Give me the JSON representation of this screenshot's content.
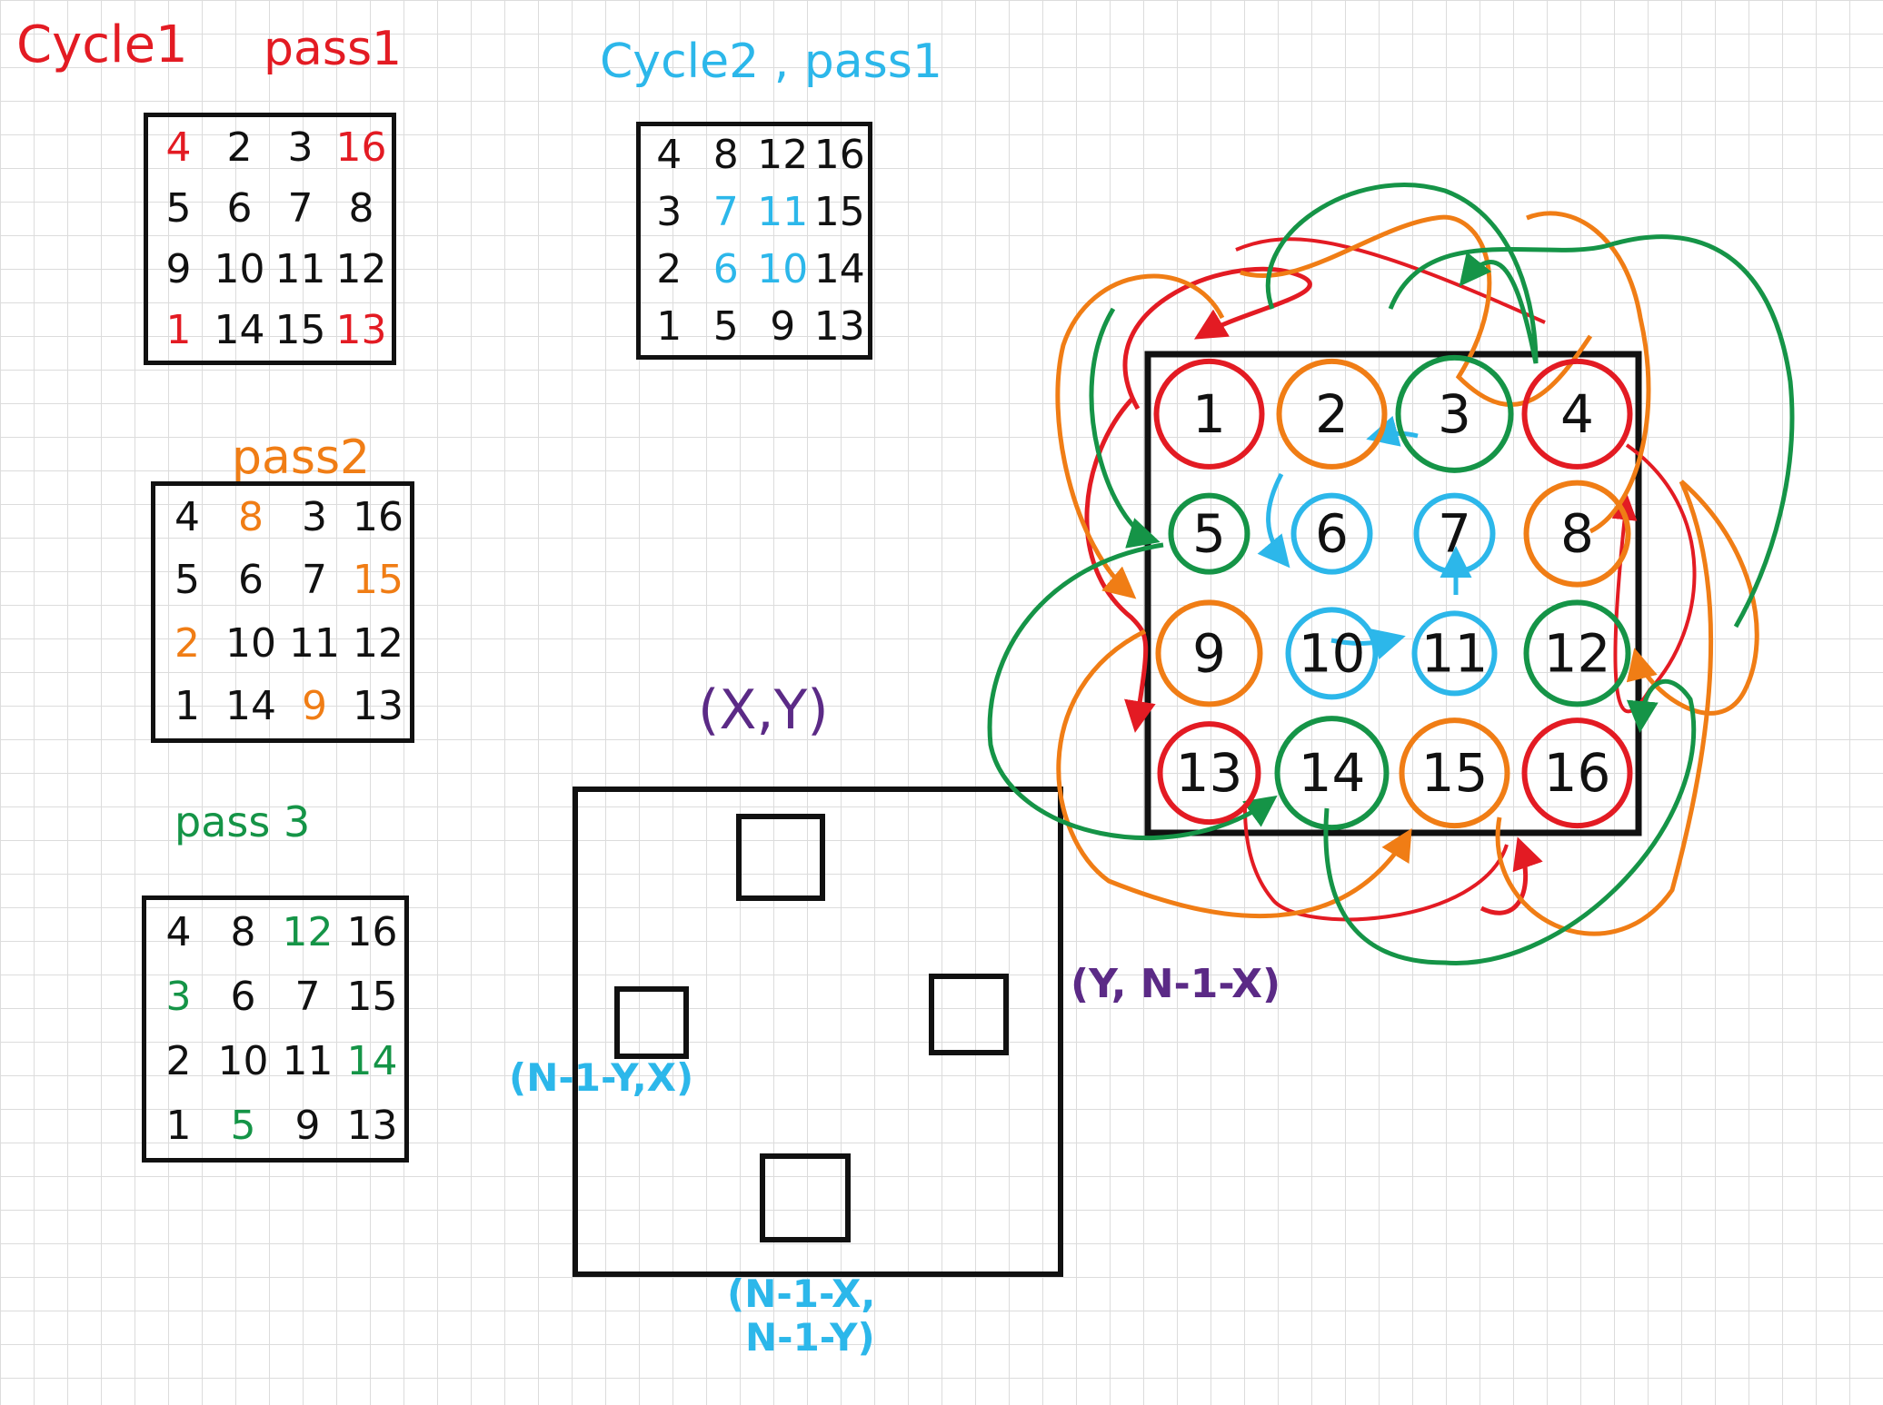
{
  "colors": {
    "red": "#e31b23",
    "orange": "#f07d15",
    "green": "#159447",
    "cyan": "#2cb7ea",
    "purple": "#5b2a86",
    "black": "#111111"
  },
  "labels": {
    "cycle1": "Cycle1",
    "pass1": "pass1",
    "cycle2_pass1": "Cycle2 , pass1",
    "pass2": "pass2",
    "pass3": "pass 3"
  },
  "matrix_cycle1_pass1": [
    [
      {
        "v": "4",
        "c": "red"
      },
      {
        "v": "2",
        "c": "black"
      },
      {
        "v": "3",
        "c": "black"
      },
      {
        "v": "16",
        "c": "red"
      }
    ],
    [
      {
        "v": "5",
        "c": "black"
      },
      {
        "v": "6",
        "c": "black"
      },
      {
        "v": "7",
        "c": "black"
      },
      {
        "v": "8",
        "c": "black"
      }
    ],
    [
      {
        "v": "9",
        "c": "black"
      },
      {
        "v": "10",
        "c": "black"
      },
      {
        "v": "11",
        "c": "black"
      },
      {
        "v": "12",
        "c": "black"
      }
    ],
    [
      {
        "v": "1",
        "c": "red"
      },
      {
        "v": "14",
        "c": "black"
      },
      {
        "v": "15",
        "c": "black"
      },
      {
        "v": "13",
        "c": "red"
      }
    ]
  ],
  "matrix_pass2": [
    [
      {
        "v": "4",
        "c": "black"
      },
      {
        "v": "8",
        "c": "orange"
      },
      {
        "v": "3",
        "c": "black"
      },
      {
        "v": "16",
        "c": "black"
      }
    ],
    [
      {
        "v": "5",
        "c": "black"
      },
      {
        "v": "6",
        "c": "black"
      },
      {
        "v": "7",
        "c": "black"
      },
      {
        "v": "15",
        "c": "orange"
      }
    ],
    [
      {
        "v": "2",
        "c": "orange"
      },
      {
        "v": "10",
        "c": "black"
      },
      {
        "v": "11",
        "c": "black"
      },
      {
        "v": "12",
        "c": "black"
      }
    ],
    [
      {
        "v": "1",
        "c": "black"
      },
      {
        "v": "14",
        "c": "black"
      },
      {
        "v": "9",
        "c": "orange"
      },
      {
        "v": "13",
        "c": "black"
      }
    ]
  ],
  "matrix_pass3": [
    [
      {
        "v": "4",
        "c": "black"
      },
      {
        "v": "8",
        "c": "black"
      },
      {
        "v": "12",
        "c": "green"
      },
      {
        "v": "16",
        "c": "black"
      }
    ],
    [
      {
        "v": "3",
        "c": "green"
      },
      {
        "v": "6",
        "c": "black"
      },
      {
        "v": "7",
        "c": "black"
      },
      {
        "v": "15",
        "c": "black"
      }
    ],
    [
      {
        "v": "2",
        "c": "black"
      },
      {
        "v": "10",
        "c": "black"
      },
      {
        "v": "11",
        "c": "black"
      },
      {
        "v": "14",
        "c": "green"
      }
    ],
    [
      {
        "v": "1",
        "c": "black"
      },
      {
        "v": "5",
        "c": "green"
      },
      {
        "v": "9",
        "c": "black"
      },
      {
        "v": "13",
        "c": "black"
      }
    ]
  ],
  "matrix_cycle2_pass1": [
    [
      {
        "v": "4",
        "c": "black"
      },
      {
        "v": "8",
        "c": "black"
      },
      {
        "v": "12",
        "c": "black"
      },
      {
        "v": "16",
        "c": "black"
      }
    ],
    [
      {
        "v": "3",
        "c": "black"
      },
      {
        "v": "7",
        "c": "cyan"
      },
      {
        "v": "11",
        "c": "cyan"
      },
      {
        "v": "15",
        "c": "black"
      }
    ],
    [
      {
        "v": "2",
        "c": "black"
      },
      {
        "v": "6",
        "c": "cyan"
      },
      {
        "v": "10",
        "c": "cyan"
      },
      {
        "v": "14",
        "c": "black"
      }
    ],
    [
      {
        "v": "1",
        "c": "black"
      },
      {
        "v": "5",
        "c": "black"
      },
      {
        "v": "9",
        "c": "black"
      },
      {
        "v": "13",
        "c": "black"
      }
    ]
  ],
  "coords": {
    "top": "(X,Y)",
    "right": "(Y, N-1-X)",
    "left": "(N-1-Y,X)",
    "bottom_line1": "(N-1-X,",
    "bottom_line2": "N-1-Y)"
  },
  "big_grid": [
    {
      "v": "1",
      "ring": "red"
    },
    {
      "v": "2",
      "ring": "orange"
    },
    {
      "v": "3",
      "ring": "green"
    },
    {
      "v": "4",
      "ring": "red"
    },
    {
      "v": "5",
      "ring": "green"
    },
    {
      "v": "6",
      "ring": "cyan"
    },
    {
      "v": "7",
      "ring": "cyan"
    },
    {
      "v": "8",
      "ring": "orange"
    },
    {
      "v": "9",
      "ring": "orange"
    },
    {
      "v": "10",
      "ring": "cyan"
    },
    {
      "v": "11",
      "ring": "cyan"
    },
    {
      "v": "12",
      "ring": "green"
    },
    {
      "v": "13",
      "ring": "red"
    },
    {
      "v": "14",
      "ring": "green"
    },
    {
      "v": "15",
      "ring": "orange"
    },
    {
      "v": "16",
      "ring": "red"
    }
  ]
}
